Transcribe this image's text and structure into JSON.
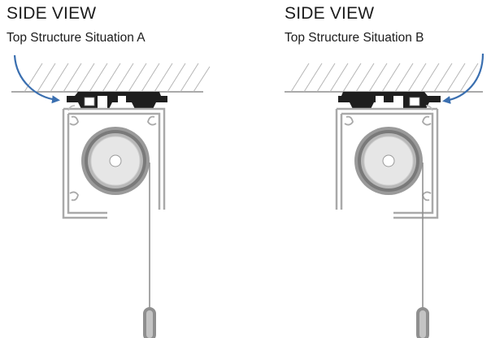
{
  "panels": [
    {
      "id": "a",
      "title": "SIDE VIEW",
      "subtitle": "Top Structure Situation A"
    },
    {
      "id": "b",
      "title": "SIDE VIEW",
      "subtitle": "Top Structure Situation B"
    }
  ],
  "colors": {
    "arrow": "#3a6fb0",
    "bracket": "#1e1e1e",
    "profile": "#a9a9a9",
    "hatch": "#b5b5b5",
    "text": "#1c1c1c"
  },
  "icons": {
    "arrow": "curved-arrow-icon",
    "handle": "weight-handle-icon"
  }
}
